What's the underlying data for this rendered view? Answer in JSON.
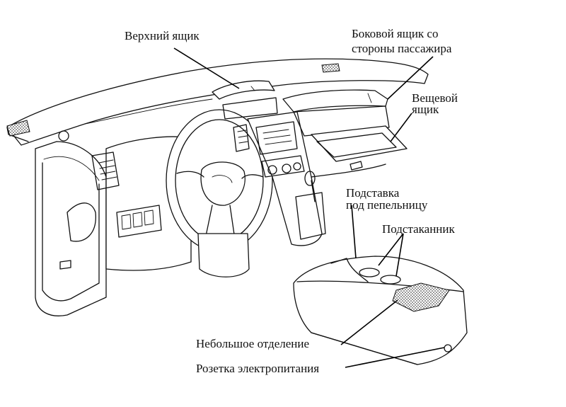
{
  "labels": {
    "upper_box": "Верхний ящик",
    "side_box_line1": "Боковой ящик со",
    "side_box_line2": "стороны пассажира",
    "glove_box_line1": "Вещевой",
    "glove_box_line2": "ящик",
    "ashtray_stand_line1": "Подставка",
    "ashtray_stand_line2": "под пепельницу",
    "cup_holder": "Подстаканник",
    "small_compartment": "Небольшое отделение",
    "power_socket": "Розетка электропитания"
  }
}
